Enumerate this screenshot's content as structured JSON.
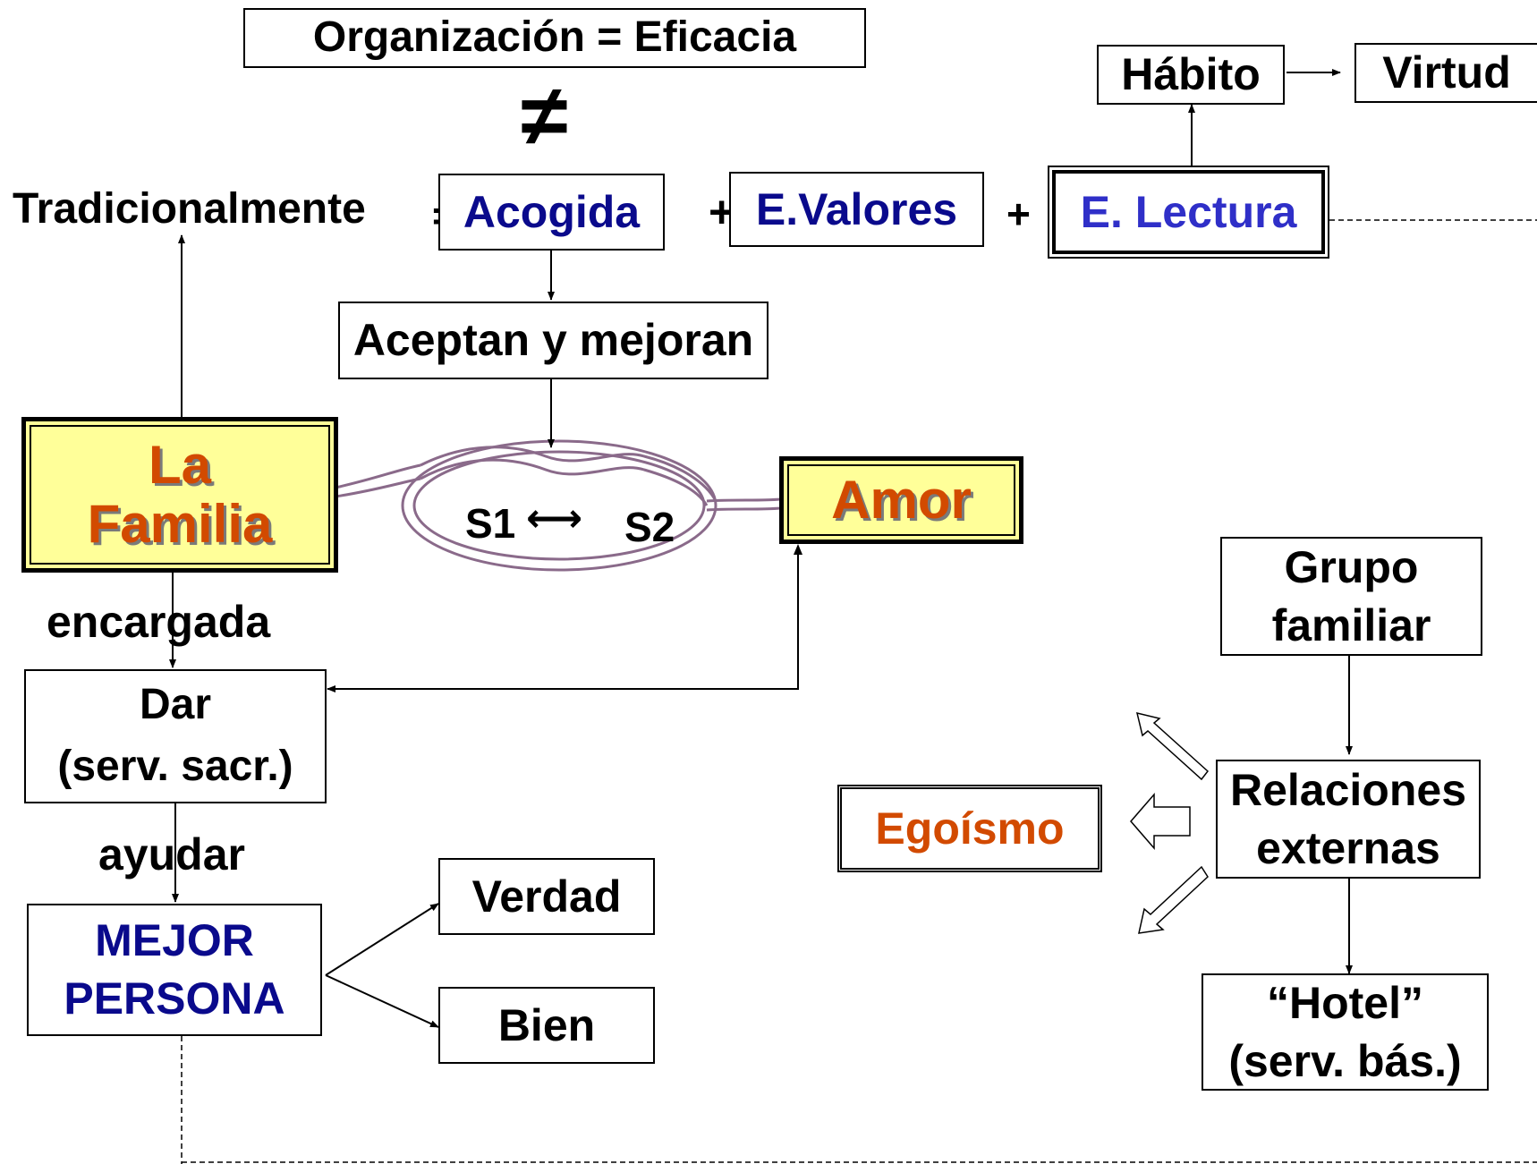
{
  "top": {
    "organizacion": "Organización = Eficacia",
    "not_equal": "≠",
    "tradicionalmente": "Tradicionalmente",
    "equals": "=",
    "acogida": "Acogida",
    "plus1": "+",
    "valores": "E.Valores",
    "plus2": "+",
    "lectura": "E. Lectura",
    "habito": "Hábito",
    "virtud": "Virtud"
  },
  "middle": {
    "aceptan": "Aceptan y mejoran",
    "familia_line1": "La",
    "familia_line2": "Familia",
    "amor": "Amor",
    "s1": "S1",
    "s2": "S2"
  },
  "left": {
    "encargada": "encargada",
    "dar_line1": "Dar",
    "dar_line2": "(serv. sacr.)",
    "ayudar": "ayudar",
    "persona_line1": "MEJOR",
    "persona_line2": "PERSONA",
    "verdad": "Verdad",
    "bien": "Bien"
  },
  "right": {
    "grupo_line1": "Grupo",
    "grupo_line2": "familiar",
    "relaciones_line1": "Relaciones",
    "relaciones_line2": "externas",
    "hotel_line1": "“Hotel”",
    "hotel_line2": "(serv. bás.)",
    "egoismo": "Egoísmo"
  },
  "colors": {
    "dark_blue_text": "#0a0a8c",
    "light_blue_text": "#2f2fc8",
    "orange_text": "#d24a00",
    "familia_fill": "#ffff99"
  }
}
